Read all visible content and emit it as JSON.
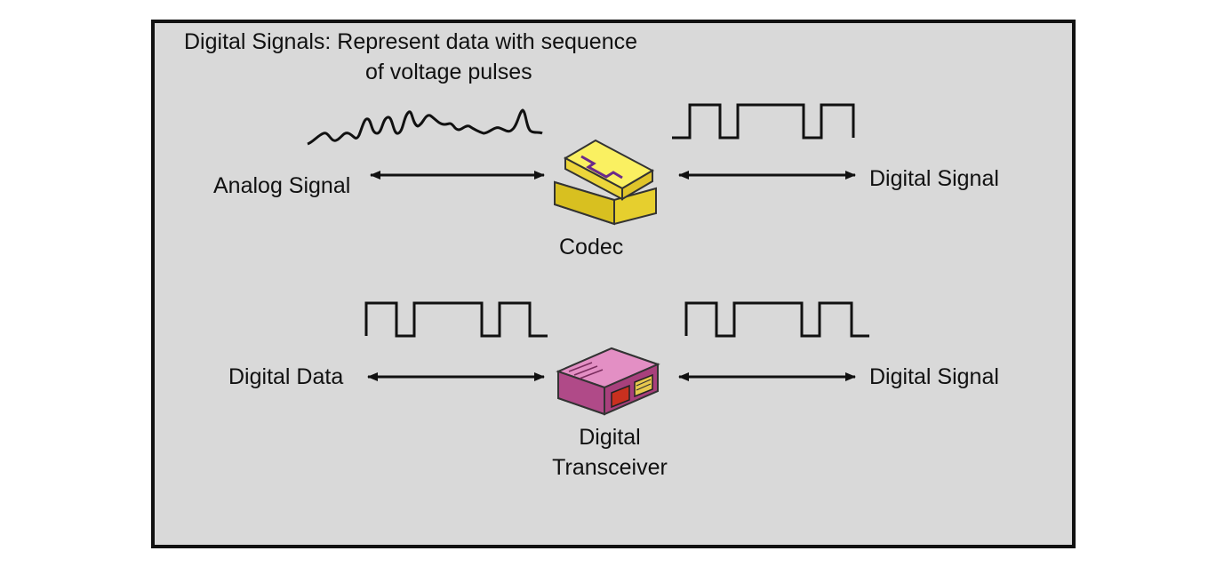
{
  "title_line1": "Digital Signals: Represent data with sequence",
  "title_line2": "of voltage pulses",
  "top_row": {
    "left_label": "Analog Signal",
    "right_label": "Digital Signal",
    "device_label": "Codec",
    "device_icon": "codec-chip-icon"
  },
  "bottom_row": {
    "left_label": "Digital Data",
    "right_label": "Digital Signal",
    "device_label_line1": "Digital",
    "device_label_line2": "Transceiver",
    "device_icon": "transceiver-icon"
  },
  "colors": {
    "background": "#d9d9d9",
    "border": "#111111",
    "codec": "#f5e84a",
    "transceiver": "#c85a9a"
  }
}
